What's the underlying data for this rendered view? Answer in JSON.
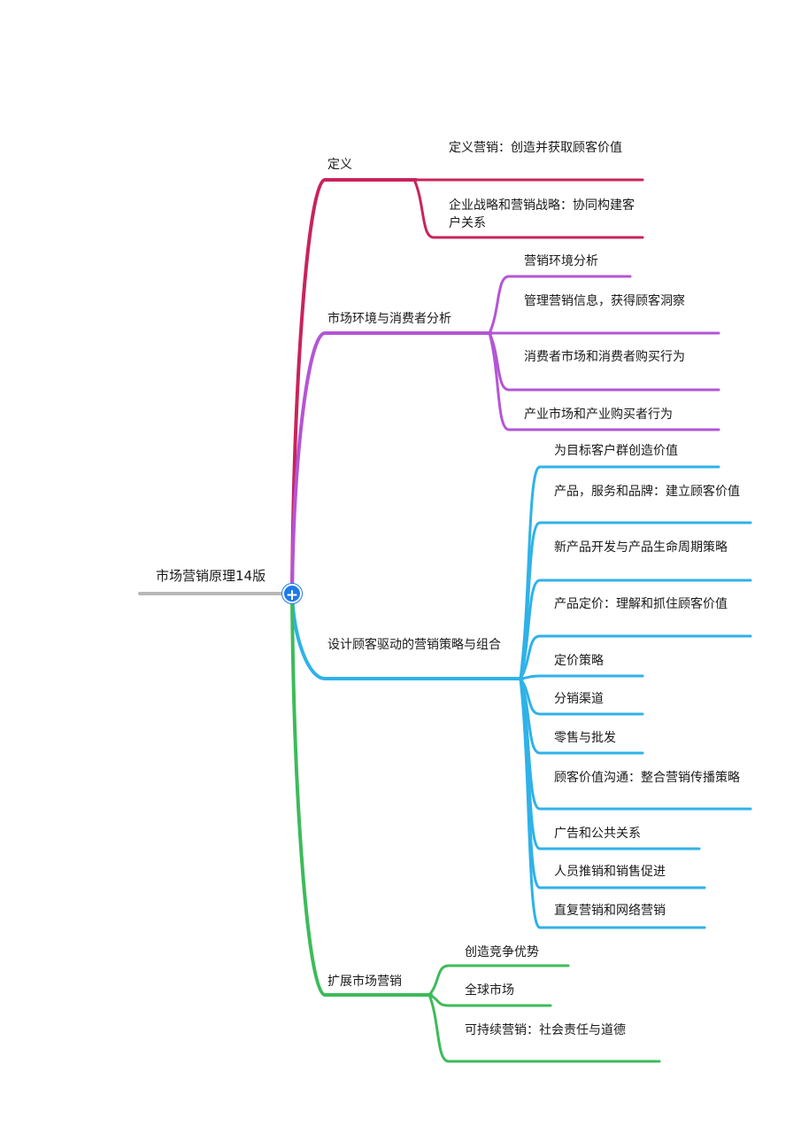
{
  "root": {
    "label": "市场营销原理14版",
    "expand_symbol": "+"
  },
  "branches": [
    {
      "label": "定义",
      "color": "#c8245a",
      "children": [
        "定义营销：创造并获取顾客价值",
        "企业战略和营销战略：协同构建客户关系"
      ]
    },
    {
      "label": "市场环境与消费者分析",
      "color": "#b455d6",
      "children": [
        "营销环境分析",
        "管理营销信息，获得顾客洞察",
        "消费者市场和消费者购买行为",
        "产业市场和产业购买者行为"
      ]
    },
    {
      "label": "设计顾客驱动的营销策略与组合",
      "color": "#2fb2e8",
      "children": [
        "为目标客户群创造价值",
        "产品，服务和品牌：建立顾客价值",
        "新产品开发与产品生命周期策略",
        "产品定价：理解和抓住顾客价值",
        "定价策略",
        "分销渠道",
        "零售与批发",
        "顾客价值沟通：整合营销传播策略",
        "广告和公共关系",
        "人员推销和销售促进",
        "直复营销和网络营销"
      ]
    },
    {
      "label": "扩展市场营销",
      "color": "#3dbb5a",
      "children": [
        "创造竞争优势",
        "全球市场",
        "可持续营销：社会责任与道德"
      ]
    }
  ]
}
